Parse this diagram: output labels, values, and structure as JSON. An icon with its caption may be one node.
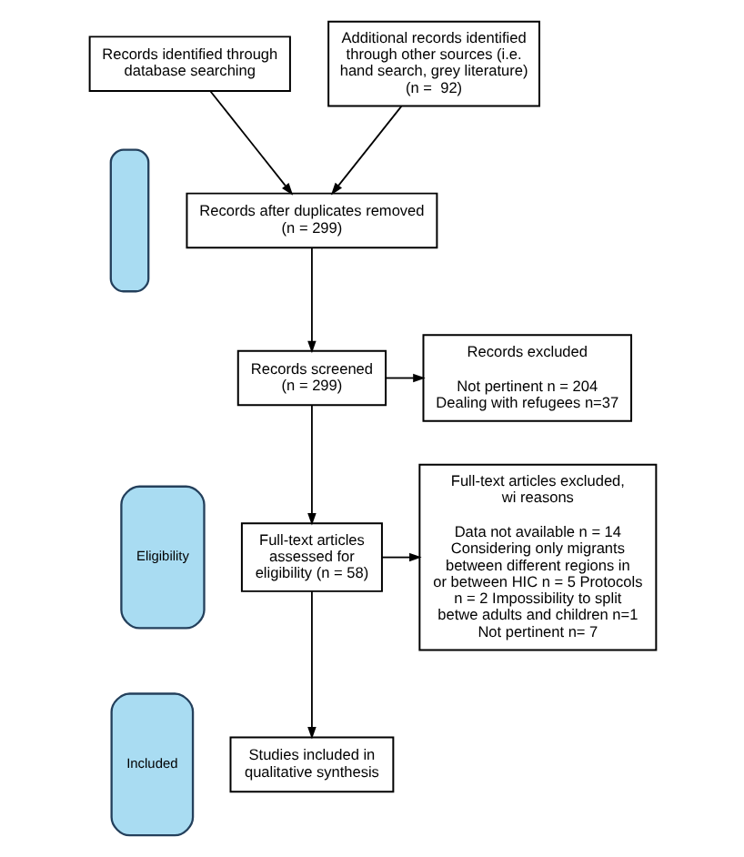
{
  "diagram": {
    "nodes": [
      {
        "text": [
          "Records identified through database searching"
        ]
      },
      {
        "text": [
          "Additional records identified through other sources (i.e. hand search, grey literature) (n =  92)"
        ]
      },
      {
        "text": [
          "Records after duplicates removed (n = 299)"
        ]
      },
      {
        "text": [
          "Records screened (n = 299)"
        ]
      },
      {
        "text": [
          "Records excluded",
          "Not pertinent n = 204 Dealing with refugees n=37"
        ]
      },
      {
        "text": [
          "Full-text articles assessed for eligibility (n = 58)"
        ]
      },
      {
        "text": [
          "Full-text articles excluded, wi reasons",
          "Data not available n = 14 Considering only migrants between different regions in or between HIC n = 5 Protocols n = 2 Impossibility to split betwe adults and children n=1 Not pertinent n= 7"
        ]
      },
      {
        "text": [
          "Studies included in qualitative synthesis"
        ]
      },
      {
        "text": [],
        "shape": "box"
      },
      {
        "text": [
          "Eligibility"
        ]
      },
      {
        "text": [
          "Included"
        ]
      }
    ],
    "edges": [
      {
        "from": 0,
        "to": 2,
        "arrow": "to"
      },
      {
        "from": 1,
        "to": 2,
        "arrow": "to"
      },
      {
        "from": 2,
        "to": 3,
        "arrow": "to"
      },
      {
        "from": 3,
        "to": 4,
        "arrow": "to"
      },
      {
        "from": 3,
        "to": 5,
        "arrow": "to"
      },
      {
        "from": 5,
        "to": 6,
        "arrow": "to"
      },
      {
        "from": 5,
        "to": 7,
        "arrow": "to"
      }
    ]
  }
}
